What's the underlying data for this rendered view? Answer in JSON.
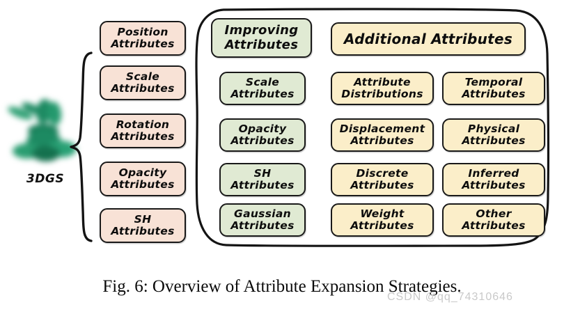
{
  "figure": {
    "caption": "Fig. 6: Overview of Attribute Expansion Strategies.",
    "watermark": "CSDN @qq_74310646",
    "source_label": "3DGS",
    "source_icon": "gaussian-splat-bunny"
  },
  "colors": {
    "pink_fill": "#f8e2d6",
    "green_fill": "#e0ead3",
    "yellow_fill": "#fbeec9",
    "outline": "#191919",
    "bunny_green": "#1d8a62",
    "caption_text": "#0a0a0a",
    "watermark_text": "#c9c9c9"
  },
  "base_attributes": {
    "group_name": "3DGS base attributes",
    "items": [
      {
        "line1": "Position",
        "line2": "Attributes"
      },
      {
        "line1": "Scale",
        "line2": "Attributes"
      },
      {
        "line1": "Rotation",
        "line2": "Attributes"
      },
      {
        "line1": "Opacity",
        "line2": "Attributes"
      },
      {
        "line1": "SH",
        "line2": "Attributes"
      }
    ]
  },
  "improving": {
    "header_line1": "Improving",
    "header_line2": "Attributes",
    "items": [
      {
        "line1": "Scale",
        "line2": "Attributes"
      },
      {
        "line1": "Opacity",
        "line2": "Attributes"
      },
      {
        "line1": "SH",
        "line2": "Attributes"
      },
      {
        "line1": "Gaussian",
        "line2": "Attributes"
      }
    ]
  },
  "additional": {
    "header": "Additional Attributes",
    "column_left": [
      {
        "line1": "Attribute",
        "line2": "Distributions"
      },
      {
        "line1": "Displacement",
        "line2": "Attributes"
      },
      {
        "line1": "Discrete",
        "line2": "Attributes"
      },
      {
        "line1": "Weight",
        "line2": "Attributes"
      }
    ],
    "column_right": [
      {
        "line1": "Temporal",
        "line2": "Attributes"
      },
      {
        "line1": "Physical",
        "line2": "Attributes"
      },
      {
        "line1": "Inferred",
        "line2": "Attributes"
      },
      {
        "line1": "Other",
        "line2": "Attributes"
      }
    ]
  }
}
